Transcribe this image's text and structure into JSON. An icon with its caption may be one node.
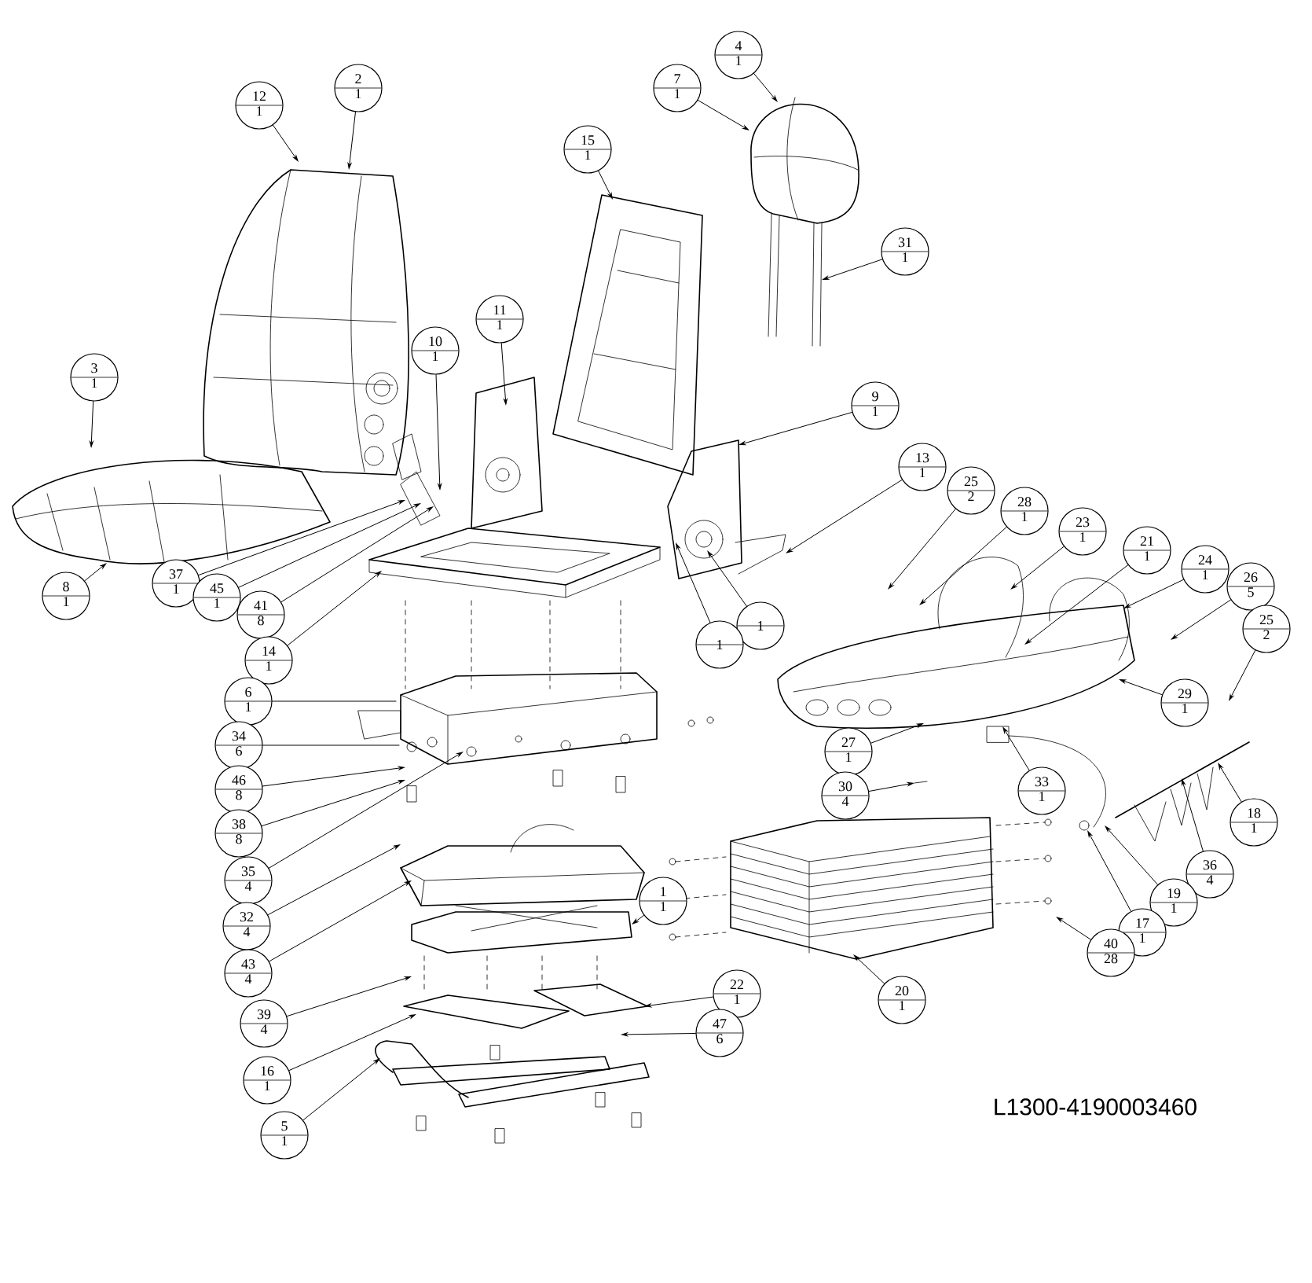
{
  "diagram": {
    "nodes": [
      {
        "text": [
          "12",
          "1"
        ]
      },
      {
        "text": [
          "2",
          "1"
        ]
      },
      {
        "text": [
          "7",
          "1"
        ]
      },
      {
        "text": [
          "4",
          "1"
        ]
      },
      {
        "text": [
          "15",
          "1"
        ]
      },
      {
        "text": [
          "31",
          "1"
        ]
      },
      {
        "text": [
          "11",
          "1"
        ]
      },
      {
        "text": [
          "3",
          "1"
        ]
      },
      {
        "text": [
          "10",
          "1"
        ]
      },
      {
        "text": [
          "9",
          "1"
        ]
      },
      {
        "text": [
          "13",
          "1"
        ]
      },
      {
        "text": [
          "25",
          "2"
        ]
      },
      {
        "text": [
          "28",
          "1"
        ]
      },
      {
        "text": [
          "23",
          "1"
        ]
      },
      {
        "text": [
          "21",
          "1"
        ]
      },
      {
        "text": [
          "24",
          "1"
        ]
      },
      {
        "text": [
          "26",
          "5"
        ]
      },
      {
        "text": [
          "25",
          "2"
        ]
      },
      {
        "text": [
          "8",
          "1"
        ]
      },
      {
        "text": [
          "37",
          "1"
        ]
      },
      {
        "text": [
          "45",
          "1"
        ]
      },
      {
        "text": [
          "41",
          "8"
        ]
      },
      {
        "text": [
          "14",
          "1"
        ]
      },
      {
        "text": [
          "1"
        ]
      },
      {
        "text": [
          "1"
        ]
      },
      {
        "text": [
          "6",
          "1"
        ]
      },
      {
        "text": [
          "29",
          "1"
        ]
      },
      {
        "text": [
          "34",
          "6"
        ]
      },
      {
        "text": [
          "27",
          "1"
        ]
      },
      {
        "text": [
          "46",
          "8"
        ]
      },
      {
        "text": [
          "33",
          "1"
        ]
      },
      {
        "text": [
          "30",
          "4"
        ]
      },
      {
        "text": [
          "38",
          "8"
        ]
      },
      {
        "text": [
          "18",
          "1"
        ]
      },
      {
        "text": [
          "36",
          "4"
        ]
      },
      {
        "text": [
          "35",
          "4"
        ]
      },
      {
        "text": [
          "19",
          "1"
        ]
      },
      {
        "text": [
          "32",
          "4"
        ]
      },
      {
        "text": [
          "1",
          "1"
        ]
      },
      {
        "text": [
          "17",
          "1"
        ]
      },
      {
        "text": [
          "40",
          "28"
        ]
      },
      {
        "text": [
          "43",
          "4"
        ]
      },
      {
        "text": [
          "22",
          "1"
        ]
      },
      {
        "text": [
          "20",
          "1"
        ]
      },
      {
        "text": [
          "39",
          "4"
        ]
      },
      {
        "text": [
          "47",
          "6"
        ]
      },
      {
        "text": [
          "16",
          "1"
        ]
      },
      {
        "text": [
          "5",
          "1"
        ]
      }
    ],
    "edges": [
      {
        "from": 0,
        "to": null,
        "arrow": "to"
      },
      {
        "from": 1,
        "to": null,
        "arrow": "to"
      },
      {
        "from": 2,
        "to": null,
        "arrow": "to"
      },
      {
        "from": 3,
        "to": null,
        "arrow": "to"
      },
      {
        "from": 4,
        "to": null,
        "arrow": "to"
      },
      {
        "from": 5,
        "to": null,
        "arrow": "to"
      },
      {
        "from": 6,
        "to": null,
        "arrow": "to"
      },
      {
        "from": 7,
        "to": null,
        "arrow": "to"
      },
      {
        "from": 8,
        "to": null,
        "arrow": "to"
      },
      {
        "from": 9,
        "to": null,
        "arrow": "to"
      },
      {
        "from": 10,
        "to": null,
        "arrow": "to"
      },
      {
        "from": 11,
        "to": null,
        "arrow": "to"
      },
      {
        "from": 12,
        "to": null,
        "arrow": "to"
      },
      {
        "from": 13,
        "to": null,
        "arrow": "to"
      },
      {
        "from": 14,
        "to": null,
        "arrow": "to"
      },
      {
        "from": 15,
        "to": null,
        "arrow": "to"
      },
      {
        "from": 16,
        "to": null,
        "arrow": "to"
      },
      {
        "from": 17,
        "to": null,
        "arrow": "to"
      },
      {
        "from": 18,
        "to": null,
        "arrow": "to"
      },
      {
        "from": 19,
        "to": null,
        "arrow": "to"
      },
      {
        "from": 20,
        "to": null,
        "arrow": "to"
      },
      {
        "from": 21,
        "to": null,
        "arrow": "to"
      },
      {
        "from": 22,
        "to": null,
        "arrow": "to"
      },
      {
        "from": 23,
        "to": null,
        "arrow": "to"
      },
      {
        "from": 24,
        "to": null,
        "arrow": "to"
      },
      {
        "from": 25,
        "to": null,
        "arrow": "none"
      },
      {
        "from": 26,
        "to": null,
        "arrow": "to"
      },
      {
        "from": 27,
        "to": null,
        "arrow": "none"
      },
      {
        "from": 28,
        "to": null,
        "arrow": "to"
      },
      {
        "from": 29,
        "to": null,
        "arrow": "to"
      },
      {
        "from": 30,
        "to": null,
        "arrow": "to"
      },
      {
        "from": 31,
        "to": null,
        "arrow": "to"
      },
      {
        "from": 32,
        "to": null,
        "arrow": "to"
      },
      {
        "from": 33,
        "to": null,
        "arrow": "to"
      },
      {
        "from": 34,
        "to": null,
        "arrow": "to"
      },
      {
        "from": 35,
        "to": null,
        "arrow": "to"
      },
      {
        "from": 36,
        "to": null,
        "arrow": "to"
      },
      {
        "from": 37,
        "to": null,
        "arrow": "to"
      },
      {
        "from": 38,
        "to": null,
        "arrow": "to"
      },
      {
        "from": 39,
        "to": null,
        "arrow": "to"
      },
      {
        "from": 40,
        "to": null,
        "arrow": "to"
      },
      {
        "from": 41,
        "to": null,
        "arrow": "to"
      },
      {
        "from": 42,
        "to": null,
        "arrow": "to"
      },
      {
        "from": 43,
        "to": null,
        "arrow": "to"
      },
      {
        "from": 44,
        "to": null,
        "arrow": "to"
      },
      {
        "from": 45,
        "to": null,
        "arrow": "to"
      },
      {
        "from": 46,
        "to": null,
        "arrow": "to"
      },
      {
        "from": 47,
        "to": null,
        "arrow": "to"
      }
    ],
    "labels": [
      "L1300-4190003460"
    ]
  }
}
